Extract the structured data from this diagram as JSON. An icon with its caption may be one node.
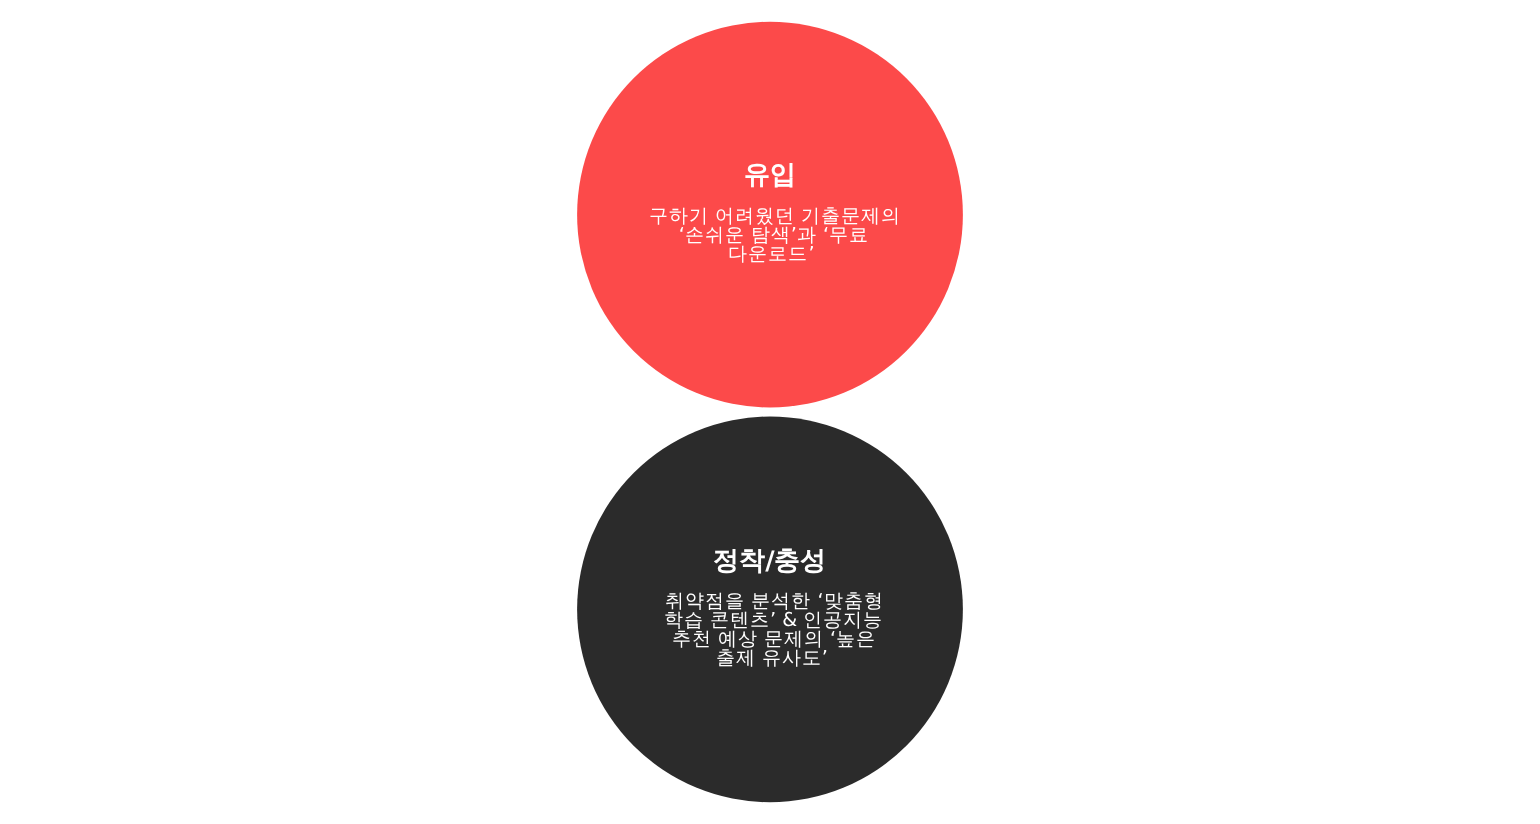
{
  "diagram": {
    "nodes": [
      {
        "text": [
          "유입",
          "구하기 어려웠던 기출문제의 ‘손쉬운 탐색’과 ‘무료 다운로드’"
        ]
      },
      {
        "text": [
          "정착/충성",
          "취약점을 분석한 ‘맞춤형 학습 콘텐츠’ & 인공지능 추천 예상 문제의 ‘높은 출제 유사도’"
        ]
      }
    ],
    "edges": []
  }
}
